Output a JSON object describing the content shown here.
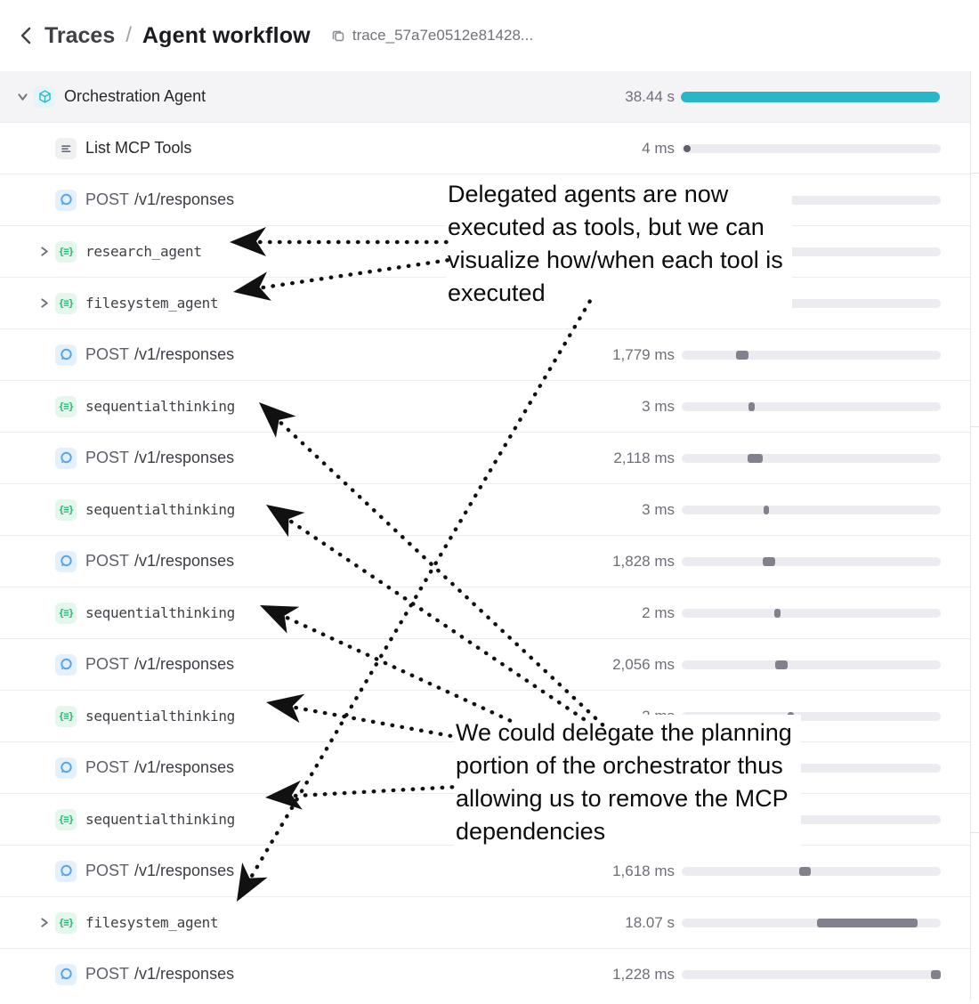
{
  "header": {
    "back_icon": "chevron-left",
    "breadcrumb_root": "Traces",
    "breadcrumb_separator": "/",
    "title": "Agent workflow",
    "copy_icon": "copy",
    "trace_id": "trace_57a7e0512e81428..."
  },
  "colors": {
    "accent_teal": "#28b7c9",
    "bar_track": "#ebebf0",
    "bar_segment": "#81818e",
    "selected_row_bg": "#f4f4f6",
    "tool_icon_green": "#2fb273",
    "http_icon_blue": "#57a5f1"
  },
  "rows": [
    {
      "id": "orchestration-agent",
      "indent": 0,
      "chevron": "down",
      "icon": "cube",
      "label": "Orchestration Agent",
      "mono": false,
      "duration": "38.44 s",
      "bar": {
        "kind": "full",
        "left_pct": 0,
        "width_pct": 100
      },
      "selected": true
    },
    {
      "id": "list-mcp-tools",
      "indent": 1,
      "chevron": null,
      "icon": "list",
      "label": "List MCP Tools",
      "mono": false,
      "duration": "4 ms",
      "bar": {
        "kind": "dot",
        "left_pct": 0.8,
        "width_pct": 2.8
      },
      "selected": false
    },
    {
      "id": "post-responses-1",
      "indent": 1,
      "chevron": null,
      "icon": "http",
      "method": "POST",
      "path": "/v1/responses",
      "mono": false,
      "duration": "",
      "bar": {
        "kind": "none"
      },
      "selected": false
    },
    {
      "id": "research-agent",
      "indent": 1,
      "chevron": "right",
      "icon": "tool",
      "label": "research_agent",
      "mono": true,
      "duration": "",
      "bar": {
        "kind": "none"
      },
      "selected": false
    },
    {
      "id": "filesystem-agent-1",
      "indent": 1,
      "chevron": "right",
      "icon": "tool",
      "label": "filesystem_agent",
      "mono": true,
      "duration": "",
      "bar": {
        "kind": "none"
      },
      "selected": false
    },
    {
      "id": "post-responses-2",
      "indent": 1,
      "chevron": null,
      "icon": "http",
      "method": "POST",
      "path": "/v1/responses",
      "mono": false,
      "duration": "1,779 ms",
      "bar": {
        "kind": "bar",
        "left_pct": 21.0,
        "width_pct": 4.8
      },
      "selected": false
    },
    {
      "id": "sequentialthinking-1",
      "indent": 1,
      "chevron": null,
      "icon": "tool",
      "label": "sequentialthinking",
      "mono": true,
      "duration": "3 ms",
      "bar": {
        "kind": "bar",
        "left_pct": 25.8,
        "width_pct": 2.4
      },
      "selected": false
    },
    {
      "id": "post-responses-3",
      "indent": 1,
      "chevron": null,
      "icon": "http",
      "method": "POST",
      "path": "/v1/responses",
      "mono": false,
      "duration": "2,118 ms",
      "bar": {
        "kind": "bar",
        "left_pct": 25.4,
        "width_pct": 5.8
      },
      "selected": false
    },
    {
      "id": "sequentialthinking-2",
      "indent": 1,
      "chevron": null,
      "icon": "tool",
      "label": "sequentialthinking",
      "mono": true,
      "duration": "3 ms",
      "bar": {
        "kind": "bar",
        "left_pct": 31.6,
        "width_pct": 2.1
      },
      "selected": false
    },
    {
      "id": "post-responses-4",
      "indent": 1,
      "chevron": null,
      "icon": "http",
      "method": "POST",
      "path": "/v1/responses",
      "mono": false,
      "duration": "1,828 ms",
      "bar": {
        "kind": "bar",
        "left_pct": 31.3,
        "width_pct": 4.8
      },
      "selected": false
    },
    {
      "id": "sequentialthinking-3",
      "indent": 1,
      "chevron": null,
      "icon": "tool",
      "label": "sequentialthinking",
      "mono": true,
      "duration": "2 ms",
      "bar": {
        "kind": "bar",
        "left_pct": 35.7,
        "width_pct": 2.4
      },
      "selected": false
    },
    {
      "id": "post-responses-5",
      "indent": 1,
      "chevron": null,
      "icon": "http",
      "method": "POST",
      "path": "/v1/responses",
      "mono": false,
      "duration": "2,056 ms",
      "bar": {
        "kind": "bar",
        "left_pct": 36.1,
        "width_pct": 4.8
      },
      "selected": false
    },
    {
      "id": "sequentialthinking-4",
      "indent": 1,
      "chevron": null,
      "icon": "tool",
      "label": "sequentialthinking",
      "mono": true,
      "duration": "2 ms",
      "bar": {
        "kind": "bar",
        "left_pct": 40.9,
        "width_pct": 2.4
      },
      "selected": false
    },
    {
      "id": "post-responses-6",
      "indent": 1,
      "chevron": null,
      "icon": "http",
      "method": "POST",
      "path": "/v1/responses",
      "mono": false,
      "duration": "",
      "bar": {
        "kind": "none"
      },
      "selected": false
    },
    {
      "id": "sequentialthinking-5",
      "indent": 1,
      "chevron": null,
      "icon": "tool",
      "label": "sequentialthinking",
      "mono": true,
      "duration": "",
      "bar": {
        "kind": "none"
      },
      "selected": false
    },
    {
      "id": "post-responses-7",
      "indent": 1,
      "chevron": null,
      "icon": "http",
      "method": "POST",
      "path": "/v1/responses",
      "mono": false,
      "duration": "1,618 ms",
      "bar": {
        "kind": "bar",
        "left_pct": 45.4,
        "width_pct": 4.5
      },
      "selected": false
    },
    {
      "id": "filesystem-agent-2",
      "indent": 1,
      "chevron": "right",
      "icon": "tool",
      "label": "filesystem_agent",
      "mono": true,
      "duration": "18.07 s",
      "bar": {
        "kind": "bar",
        "left_pct": 52.2,
        "width_pct": 38.8
      },
      "selected": false
    },
    {
      "id": "post-responses-8",
      "indent": 1,
      "chevron": null,
      "icon": "http",
      "method": "POST",
      "path": "/v1/responses",
      "mono": false,
      "duration": "1,228 ms",
      "bar": {
        "kind": "bar",
        "left_pct": 96.2,
        "width_pct": 3.8
      },
      "selected": false
    }
  ],
  "annotations": [
    {
      "id": "note-delegated-agents",
      "lines": [
        "Delegated agents are now",
        "executed as tools, but we can",
        "visualize how/when each tool is",
        "executed"
      ]
    },
    {
      "id": "note-delegate-planning",
      "lines": [
        "We could delegate the planning",
        "portion of the orchestrator thus",
        "allowing us to remove the MCP",
        "dependencies"
      ]
    }
  ]
}
